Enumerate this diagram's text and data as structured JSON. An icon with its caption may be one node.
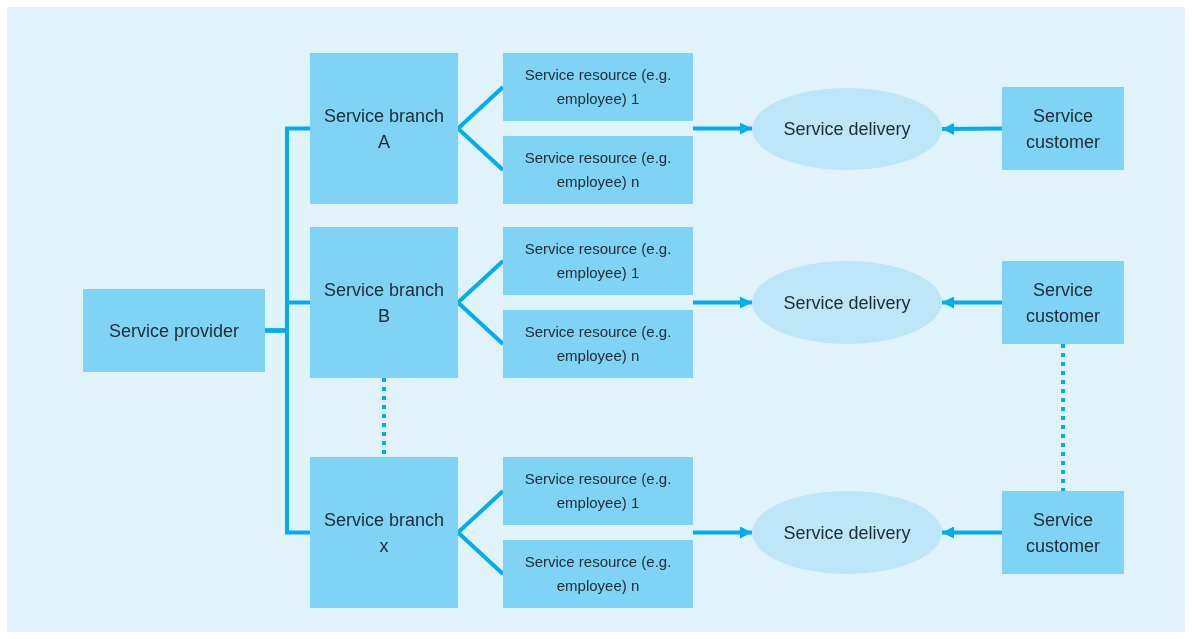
{
  "diagram": {
    "nodes": [
      {
        "text": [
          "Service provider"
        ]
      },
      {
        "text": [
          "Service branch A"
        ]
      },
      {
        "text": [
          "Service resource (e.g. employee) 1"
        ]
      },
      {
        "text": [
          "Service resource (e.g. employee) n"
        ]
      },
      {
        "text": [
          "Service delivery"
        ]
      },
      {
        "text": [
          "Service customer"
        ]
      },
      {
        "text": [
          "Service branch B"
        ]
      },
      {
        "text": [
          "Service resource (e.g. employee) 1"
        ]
      },
      {
        "text": [
          "Service resource (e.g. employee) n"
        ]
      },
      {
        "text": [
          "Service delivery"
        ]
      },
      {
        "text": [
          "Service customer"
        ]
      },
      {
        "text": [
          "Service branch x"
        ]
      },
      {
        "text": [
          "Service resource (e.g. employee) 1"
        ]
      },
      {
        "text": [
          "Service resource (e.g. employee) n"
        ]
      },
      {
        "text": [
          "Service delivery"
        ]
      },
      {
        "text": [
          "Service customer"
        ]
      }
    ],
    "edges": [
      {
        "from": 0,
        "to": 1,
        "arrow": "none"
      },
      {
        "from": 0,
        "to": 6,
        "arrow": "none"
      },
      {
        "from": 0,
        "to": 11,
        "arrow": "none"
      },
      {
        "from": 1,
        "to": 2,
        "arrow": "none"
      },
      {
        "from": 1,
        "to": 3,
        "arrow": "none"
      },
      {
        "from": 2,
        "to": 4,
        "arrow": "to"
      },
      {
        "from": 3,
        "to": 4,
        "arrow": "to"
      },
      {
        "from": 5,
        "to": 4,
        "arrow": "to"
      },
      {
        "from": 6,
        "to": 7,
        "arrow": "none"
      },
      {
        "from": 6,
        "to": 8,
        "arrow": "none"
      },
      {
        "from": 7,
        "to": 9,
        "arrow": "to"
      },
      {
        "from": 8,
        "to": 9,
        "arrow": "to"
      },
      {
        "from": 10,
        "to": 9,
        "arrow": "to"
      },
      {
        "from": 11,
        "to": 12,
        "arrow": "none"
      },
      {
        "from": 11,
        "to": 13,
        "arrow": "none"
      },
      {
        "from": 12,
        "to": 14,
        "arrow": "to"
      },
      {
        "from": 13,
        "to": 14,
        "arrow": "to"
      },
      {
        "from": 15,
        "to": 14,
        "arrow": "to"
      },
      {
        "from": 6,
        "to": 11,
        "arrow": "none",
        "style": "dashed"
      },
      {
        "from": 10,
        "to": 15,
        "arrow": "none",
        "style": "dashed"
      }
    ]
  }
}
